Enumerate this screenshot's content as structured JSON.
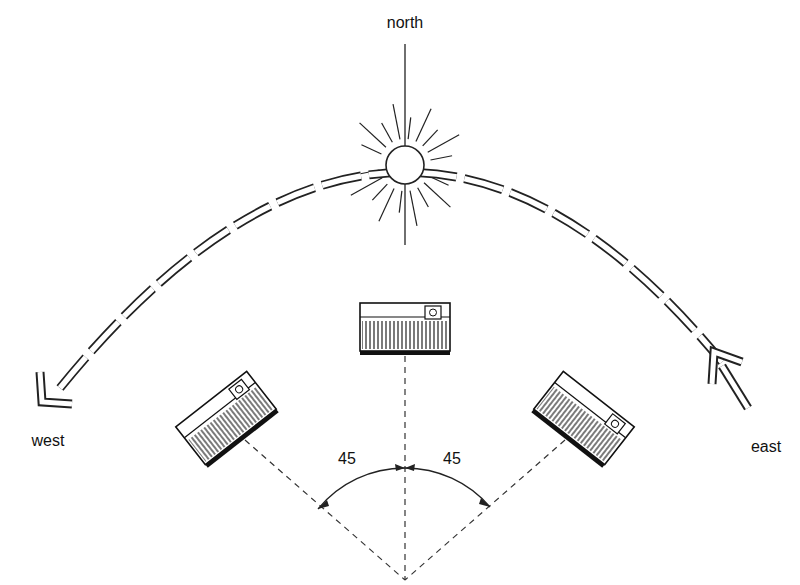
{
  "diagram": {
    "labels": [
      "north",
      "west",
      "east",
      "45",
      "45"
    ]
  }
}
